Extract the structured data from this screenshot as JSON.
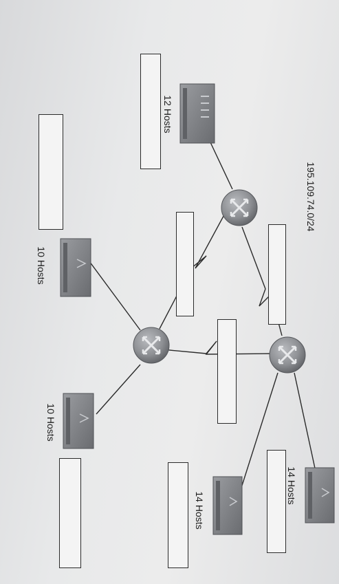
{
  "network_address": "195.109.74.0/24",
  "lans": {
    "top_left": "12 Hosts",
    "middle_left": "10 Hosts",
    "bottom_left": "10 Hosts",
    "bottom_mid": "14 Hosts",
    "bottom_right": "14 Hosts"
  },
  "colors": {
    "line": "#2a2a2a",
    "router_body": "#8e9094",
    "switch_body": "#7d7f83",
    "box_fill": "#f4f4f4"
  }
}
